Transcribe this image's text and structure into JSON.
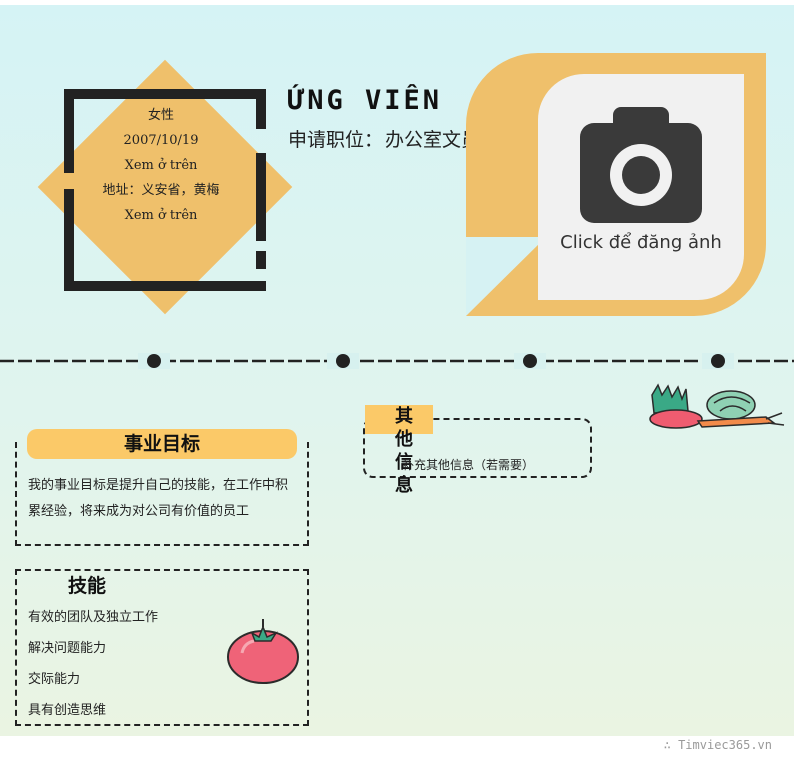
{
  "profile": {
    "gender": "女性",
    "birthdate": "2007/10/19",
    "phone": "Xem ở trên",
    "address": "地址：义安省，黄梅",
    "email": "Xem ở trên"
  },
  "header": {
    "name": "ỨNG VIÊN",
    "position_label": "申请职位：",
    "position_value": "办公室文员"
  },
  "photo": {
    "label": "Click để đăng ảnh",
    "icon": "camera-icon"
  },
  "career_goal": {
    "title": "事业目标",
    "text": "我的事业目标是提升自己的技能，在工作中积累经验，将来成为对公司有价值的员工"
  },
  "skills": {
    "title": "技能",
    "items": [
      "有效的团队及独立工作",
      "解决问题能力",
      "交际能力",
      "具有创造思维"
    ]
  },
  "other": {
    "title": "其他信息",
    "text": "补充其他信息（若需要）"
  },
  "watermark": "∴ Timviec365.vn",
  "colors": {
    "accent": "#efc06b",
    "section_tag": "#fbc968",
    "frame": "#222222",
    "background_top": "#d5f3f5",
    "background_bottom": "#eaf4e2"
  }
}
